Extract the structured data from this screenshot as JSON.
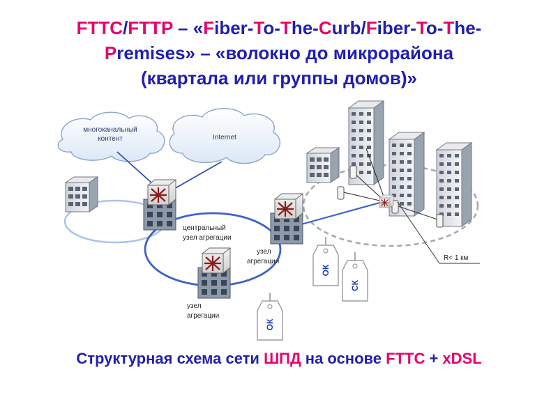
{
  "title": {
    "line1": [
      {
        "t": "FTTC",
        "c": "r"
      },
      {
        "t": "/",
        "c": "b"
      },
      {
        "t": "FTTP",
        "c": "r"
      },
      {
        "t": " – «",
        "c": "b"
      },
      {
        "t": "F",
        "c": "r"
      },
      {
        "t": "iber-",
        "c": "b"
      },
      {
        "t": "T",
        "c": "r"
      },
      {
        "t": "o-",
        "c": "b"
      },
      {
        "t": "T",
        "c": "r"
      },
      {
        "t": "he-",
        "c": "b"
      },
      {
        "t": "C",
        "c": "r"
      },
      {
        "t": "urb/",
        "c": "b"
      },
      {
        "t": "F",
        "c": "r"
      },
      {
        "t": "iber-",
        "c": "b"
      },
      {
        "t": "T",
        "c": "r"
      },
      {
        "t": "o-",
        "c": "b"
      },
      {
        "t": "T",
        "c": "r"
      },
      {
        "t": "he-",
        "c": "b"
      }
    ],
    "line2": [
      {
        "t": "P",
        "c": "r"
      },
      {
        "t": "remises» – «волокно до микрорайона",
        "c": "b"
      }
    ],
    "line3": [
      {
        "t": "(квартала или группы домов)»",
        "c": "b"
      }
    ]
  },
  "clouds": {
    "content": [
      "многоканальный",
      "контент"
    ],
    "internet": "Internet"
  },
  "labels": {
    "central_node": [
      "центральный",
      "узел агрегации"
    ],
    "node_right": [
      "узел",
      "агрегации"
    ],
    "node_bottom": [
      "узел",
      "агрегации"
    ],
    "radius": "R< 1 км"
  },
  "tags": {
    "ok_1": "ОК",
    "sk": "СК",
    "ok_2": "ОК"
  },
  "caption": [
    {
      "t": "Структурная схема сети ",
      "c": "b"
    },
    {
      "t": "ШПД",
      "c": "r"
    },
    {
      "t": " на основе ",
      "c": "b"
    },
    {
      "t": "FTTC",
      "c": "r"
    },
    {
      "t": " + ",
      "c": "b"
    },
    {
      "t": "xDSL",
      "c": "r"
    }
  ],
  "colors": {
    "accent_red": "#e8006a",
    "accent_blue": "#1f1fb0",
    "ring": "#3a62c9",
    "ring_dashed": "#a7a7a7"
  }
}
